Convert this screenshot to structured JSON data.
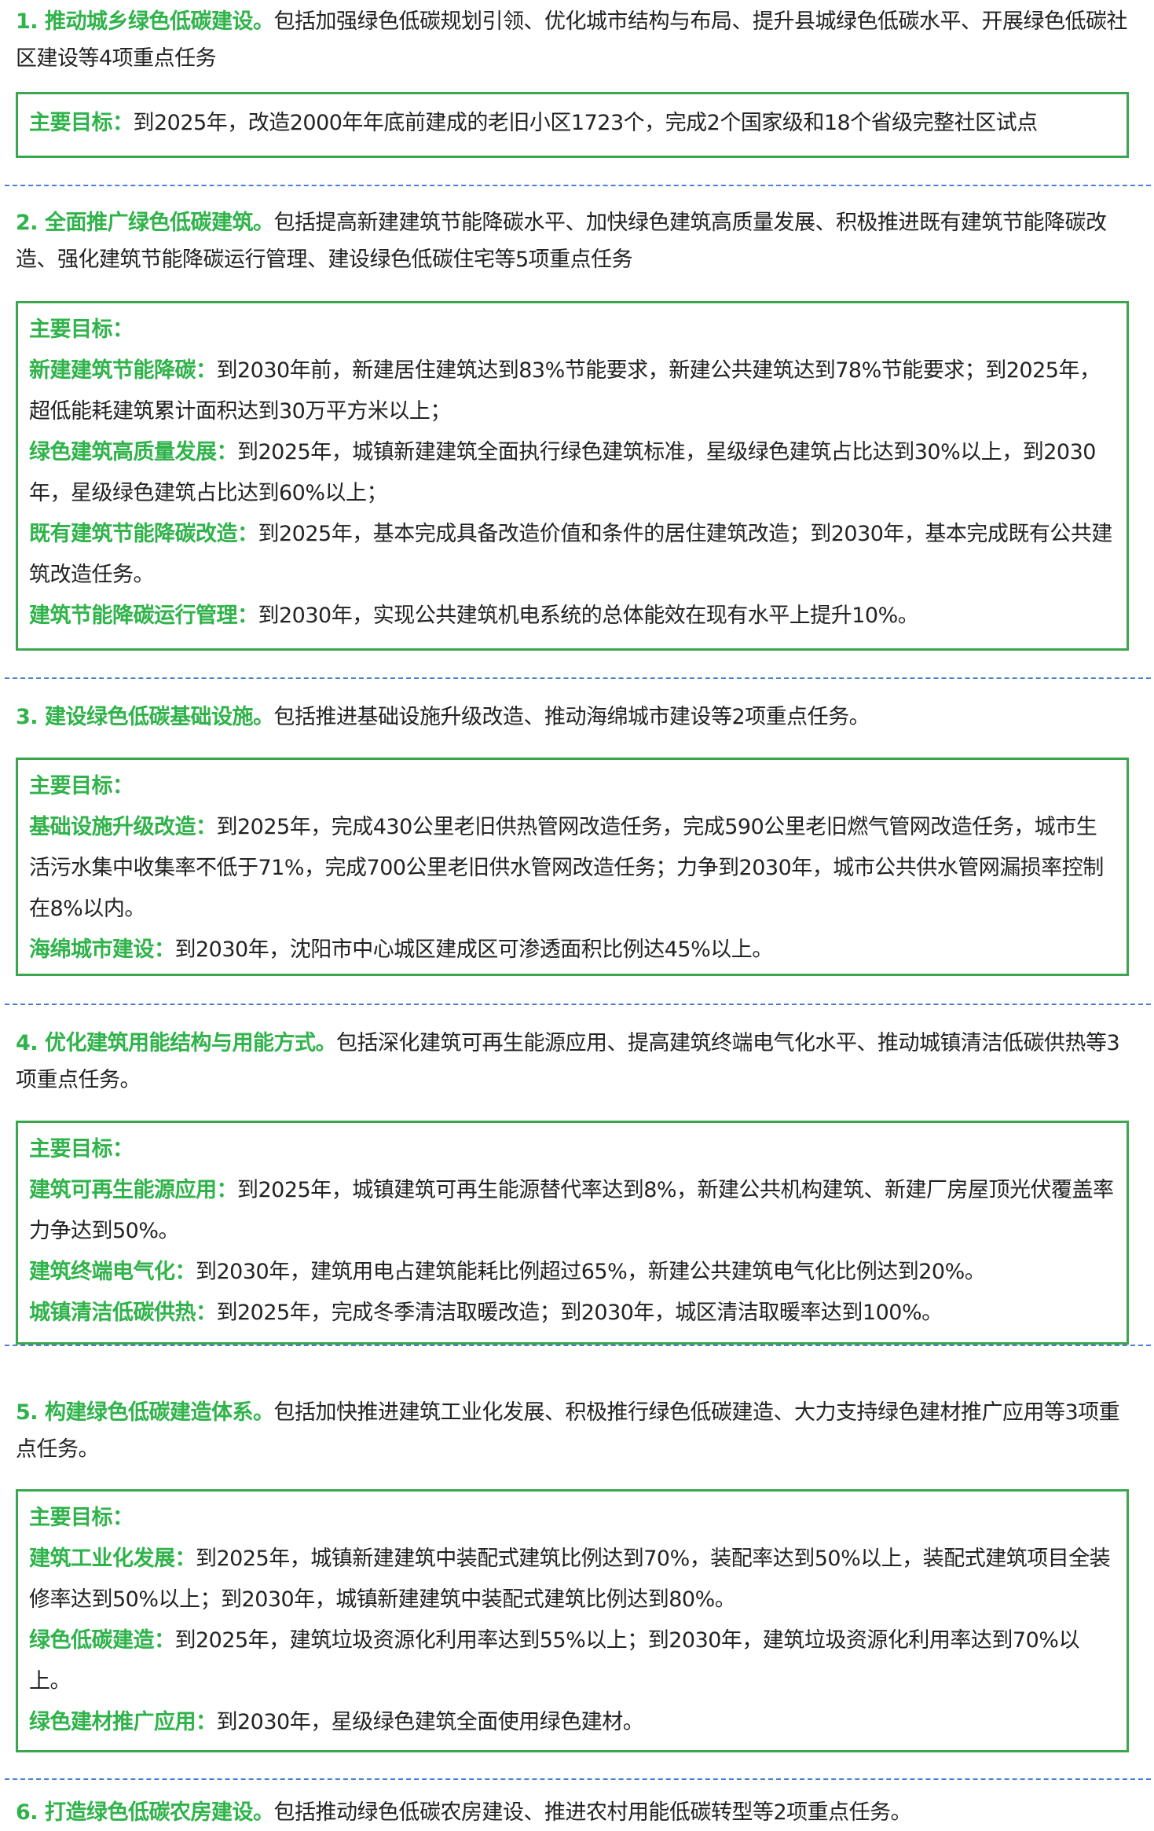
{
  "sections": [
    {
      "title": "1. 推动城乡绿色低碳建设。",
      "desc": "包括加强绿色低碳规划引领、优化城市结构与布局、提升县城绿色低碳水平、开展绿色低碳社区建设等4项重点任务",
      "goals": [
        {
          "label": "主要目标：",
          "text": "到2025年，改造2000年年底前建成的老旧小区1723个，完成2个国家级和18个省级完整社区试点"
        }
      ]
    },
    {
      "title": "2. 全面推广绿色低碳建筑。",
      "desc": "包括提高新建建筑节能降碳水平、加快绿色建筑高质量发展、积极推进既有建筑节能降碳改造、强化建筑节能降碳运行管理、建设绿色低碳住宅等5项重点任务",
      "goals": [
        {
          "label": "主要目标：",
          "text": ""
        },
        {
          "label": "新建建筑节能降碳：",
          "text": "到2030年前，新建居住建筑达到83%节能要求，新建公共建筑达到78%节能要求；到2025年，超低能耗建筑累计面积达到30万平方米以上；"
        },
        {
          "label": "绿色建筑高质量发展：",
          "text": "到2025年，城镇新建建筑全面执行绿色建筑标准，星级绿色建筑占比达到30%以上，到2030年，星级绿色建筑占比达到60%以上；"
        },
        {
          "label": "既有建筑节能降碳改造：",
          "text": "到2025年，基本完成具备改造价值和条件的居住建筑改造；到2030年，基本完成既有公共建筑改造任务。"
        },
        {
          "label": "建筑节能降碳运行管理：",
          "text": "到2030年，实现公共建筑机电系统的总体能效在现有水平上提升10%。"
        }
      ]
    },
    {
      "title": "3. 建设绿色低碳基础设施。",
      "desc": "包括推进基础设施升级改造、推动海绵城市建设等2项重点任务。",
      "goals": [
        {
          "label": "主要目标：",
          "text": ""
        },
        {
          "label": "基础设施升级改造：",
          "text": "到2025年，完成430公里老旧供热管网改造任务，完成590公里老旧燃气管网改造任务，城市生活污水集中收集率不低于71%，完成700公里老旧供水管网改造任务；力争到2030年，城市公共供水管网漏损率控制在8%以内。"
        },
        {
          "label": "海绵城市建设：",
          "text": "到2030年，沈阳市中心城区建成区可渗透面积比例达45%以上。"
        }
      ]
    },
    {
      "title": "4. 优化建筑用能结构与用能方式。",
      "desc": "包括深化建筑可再生能源应用、提高建筑终端电气化水平、推动城镇清洁低碳供热等3项重点任务。",
      "goals": [
        {
          "label": "主要目标：",
          "text": ""
        },
        {
          "label": "建筑可再生能源应用：",
          "text": "到2025年，城镇建筑可再生能源替代率达到8%，新建公共机构建筑、新建厂房屋顶光伏覆盖率力争达到50%。"
        },
        {
          "label": "建筑终端电气化：",
          "text": "到2030年，建筑用电占建筑能耗比例超过65%，新建公共建筑电气化比例达到20%。"
        },
        {
          "label": "城镇清洁低碳供热：",
          "text": "到2025年，完成冬季清洁取暖改造；到2030年，城区清洁取暖率达到100%。"
        }
      ]
    },
    {
      "title": "5. 构建绿色低碳建造体系。",
      "desc": "包括加快推进建筑工业化发展、积极推行绿色低碳建造、大力支持绿色建材推广应用等3项重点任务。",
      "goals": [
        {
          "label": "主要目标：",
          "text": ""
        },
        {
          "label": "建筑工业化发展：",
          "text": "到2025年，城镇新建建筑中装配式建筑比例达到70%，装配率达到50%以上，装配式建筑项目全装修率达到50%以上；到2030年，城镇新建建筑中装配式建筑比例达到80%。"
        },
        {
          "label": "绿色低碳建造：",
          "text": "到2025年，建筑垃圾资源化利用率达到55%以上；到2030年，建筑垃圾资源化利用率达到70%以上。"
        },
        {
          "label": "绿色建材推广应用：",
          "text": "到2030年，星级绿色建筑全面使用绿色建材。"
        }
      ]
    },
    {
      "title": "6. 打造绿色低碳农房建设。",
      "desc": "包括推动绿色低碳农房建设、推进农村用能低碳转型等2项重点任务。",
      "goals": []
    }
  ],
  "colors": {
    "accent_green": "#2fb34a",
    "box_border": "#3aa64d",
    "divider_blue": "#4a7fd0"
  }
}
